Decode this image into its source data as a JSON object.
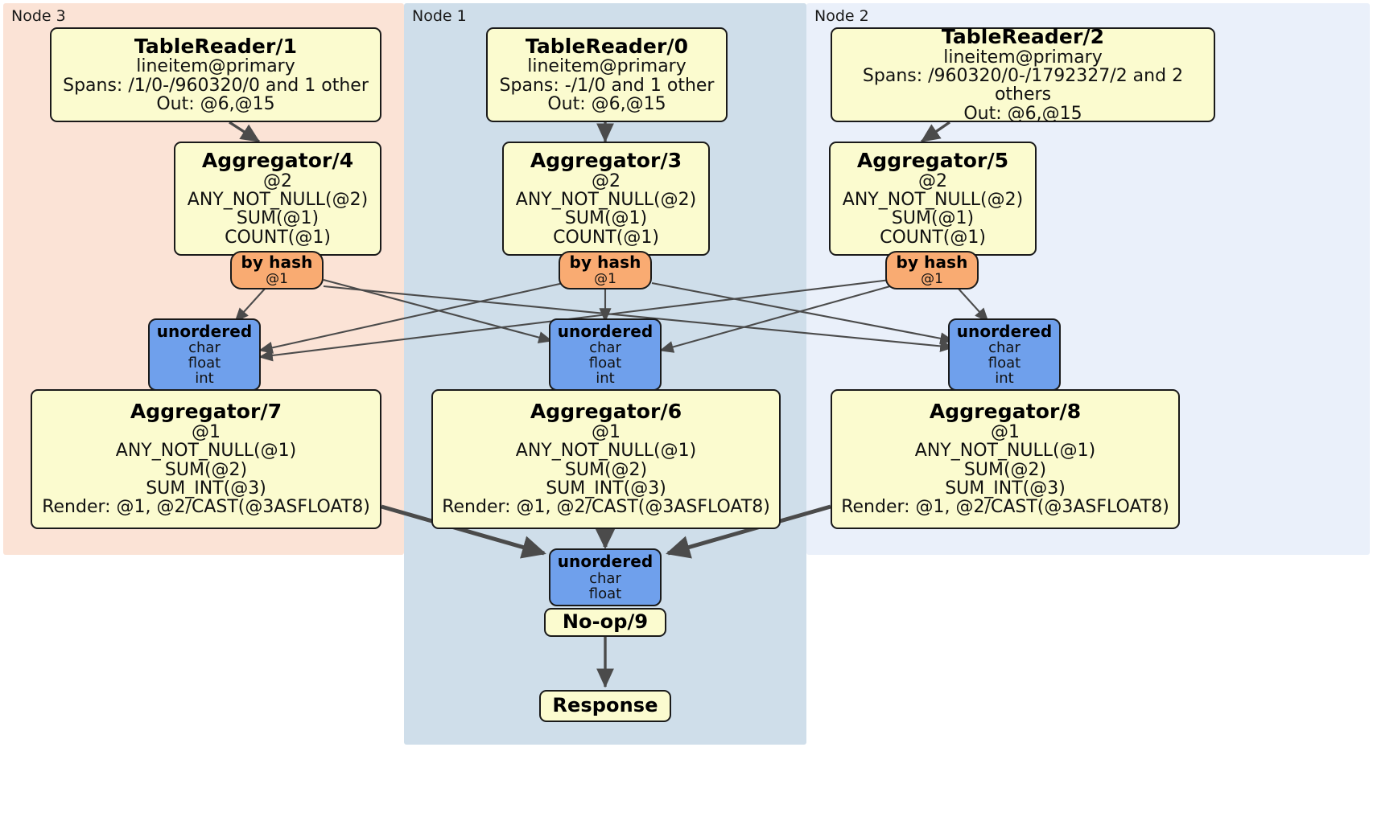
{
  "diagram": {
    "title": "Distributed query execution plan",
    "colors": {
      "node3_panel": "#fbe3d6",
      "node1_panel": "#cfdeea",
      "node2_panel": "#eaf0fa",
      "processor_box": "#fbfbcf",
      "router_box": "#f9ab72",
      "stream_box": "#6fa0ec",
      "edge": "#4b4b4b",
      "border": "#1a1a1a"
    }
  },
  "panels": [
    {
      "id": "node3",
      "label": "Node 3"
    },
    {
      "id": "node1",
      "label": "Node 1"
    },
    {
      "id": "node2",
      "label": "Node 2"
    }
  ],
  "boxes": {
    "tablereader1": {
      "title": "TableReader/1",
      "lines": [
        "lineitem@primary",
        "Spans: /1/0-/960320/0 and 1 other",
        "Out: @6,@15"
      ]
    },
    "tablereader0": {
      "title": "TableReader/0",
      "lines": [
        "lineitem@primary",
        "Spans: -/1/0 and 1 other",
        "Out: @6,@15"
      ]
    },
    "tablereader2": {
      "title": "TableReader/2",
      "lines": [
        "lineitem@primary",
        "Spans: /960320/0-/1792327/2 and 2 others",
        "Out: @6,@15"
      ]
    },
    "aggregator4": {
      "title": "Aggregator/4",
      "lines": [
        "@2",
        "ANY_NOT_NULL(@2)",
        "SUM(@1)",
        "COUNT(@1)"
      ]
    },
    "aggregator3": {
      "title": "Aggregator/3",
      "lines": [
        "@2",
        "ANY_NOT_NULL(@2)",
        "SUM(@1)",
        "COUNT(@1)"
      ]
    },
    "aggregator5": {
      "title": "Aggregator/5",
      "lines": [
        "@2",
        "ANY_NOT_NULL(@2)",
        "SUM(@1)",
        "COUNT(@1)"
      ]
    },
    "byhash_left": {
      "title": "by hash",
      "lines": [
        "@1"
      ]
    },
    "byhash_center": {
      "title": "by hash",
      "lines": [
        "@1"
      ]
    },
    "byhash_right": {
      "title": "by hash",
      "lines": [
        "@1"
      ]
    },
    "unordered_left": {
      "title": "unordered",
      "lines": [
        "char",
        "float",
        "int"
      ]
    },
    "unordered_center": {
      "title": "unordered",
      "lines": [
        "char",
        "float",
        "int"
      ]
    },
    "unordered_right": {
      "title": "unordered",
      "lines": [
        "char",
        "float",
        "int"
      ]
    },
    "aggregator7": {
      "title": "Aggregator/7",
      "lines": [
        "@1",
        "ANY_NOT_NULL(@1)",
        "SUM(@2)",
        "SUM_INT(@3)",
        "Render: @1, @2/CAST(@3ASFLOAT8)"
      ]
    },
    "aggregator6": {
      "title": "Aggregator/6",
      "lines": [
        "@1",
        "ANY_NOT_NULL(@1)",
        "SUM(@2)",
        "SUM_INT(@3)",
        "Render: @1, @2/CAST(@3ASFLOAT8)"
      ]
    },
    "aggregator8": {
      "title": "Aggregator/8",
      "lines": [
        "@1",
        "ANY_NOT_NULL(@1)",
        "SUM(@2)",
        "SUM_INT(@3)",
        "Render: @1, @2/CAST(@3ASFLOAT8)"
      ]
    },
    "unordered_final": {
      "title": "unordered",
      "lines": [
        "char",
        "float"
      ]
    },
    "noop9": {
      "title": "No-op/9",
      "lines": []
    },
    "response": {
      "title": "Response",
      "lines": []
    }
  }
}
